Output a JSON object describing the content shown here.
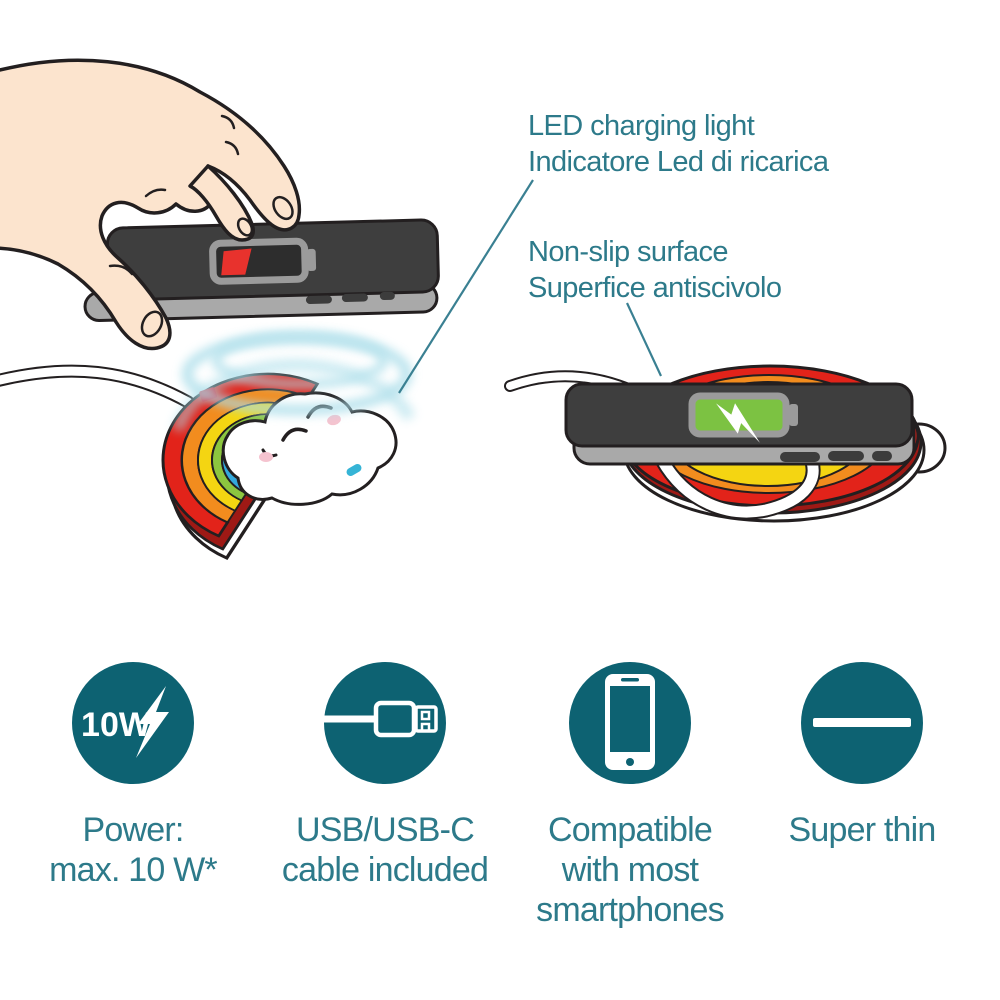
{
  "colors": {
    "teal_text": "#2d7a8a",
    "teal_circle": "#0d6272",
    "callout_line": "#3a8092",
    "outline": "#231f20",
    "skin": "#fce4ce",
    "phone_body": "#3e3e3e",
    "phone_edge": "#a9a9a9",
    "slot": "#3c3c3c",
    "battery_border": "#9b9b9b",
    "battery_red": "#e8322d",
    "battery_inner": "#2d2d2d",
    "battery_green": "#7cc242",
    "rainbow_red": "#e2231a",
    "rainbow_dark_red": "#9e1915",
    "rainbow_orange": "#f28c1e",
    "rainbow_yellow": "#f4d512",
    "rainbow_green": "#8cc63f",
    "rainbow_blue": "#33a9dc",
    "glow_blue": "#a9dde9",
    "cheek_pink": "#f5c3cf",
    "logo_red": "#e30613",
    "led_cyan": "#35b4d6"
  },
  "callouts": {
    "led": {
      "line1": "LED charging light",
      "line2": "Indicatore Led di ricarica"
    },
    "non_slip": {
      "line1": "Non-slip surface",
      "line2": "Superfice antiscivolo"
    }
  },
  "features": [
    {
      "name": "power",
      "icon": "10w-lightning-icon",
      "badge_text": "10W",
      "lines": [
        "Power:",
        "max. 10 W*"
      ]
    },
    {
      "name": "usb-cable",
      "icon": "usb-cable-icon",
      "lines": [
        "USB/USB-C",
        "cable included"
      ]
    },
    {
      "name": "compatibility",
      "icon": "smartphone-icon",
      "lines": [
        "Compatible",
        "with most",
        "smartphones"
      ]
    },
    {
      "name": "super-thin",
      "icon": "thin-line-icon",
      "lines": [
        "Super thin"
      ]
    }
  ]
}
